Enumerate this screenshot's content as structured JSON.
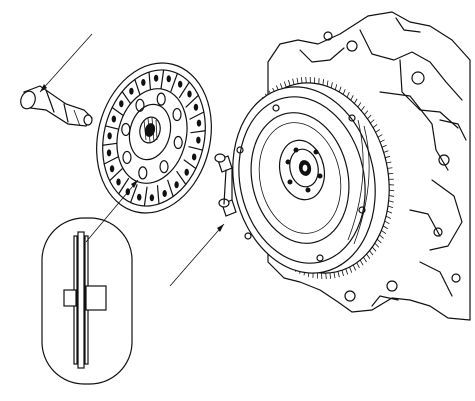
{
  "figure": {
    "subject": "clutch-disc-and-flywheel-installation",
    "parts": [
      {
        "name": "clutch-alignment-tool"
      },
      {
        "name": "clutch-disc"
      },
      {
        "name": "clutch-disc-side-view"
      },
      {
        "name": "flywheel"
      },
      {
        "name": "engine-block"
      },
      {
        "name": "dowel-pin"
      }
    ],
    "callouts": 3
  }
}
